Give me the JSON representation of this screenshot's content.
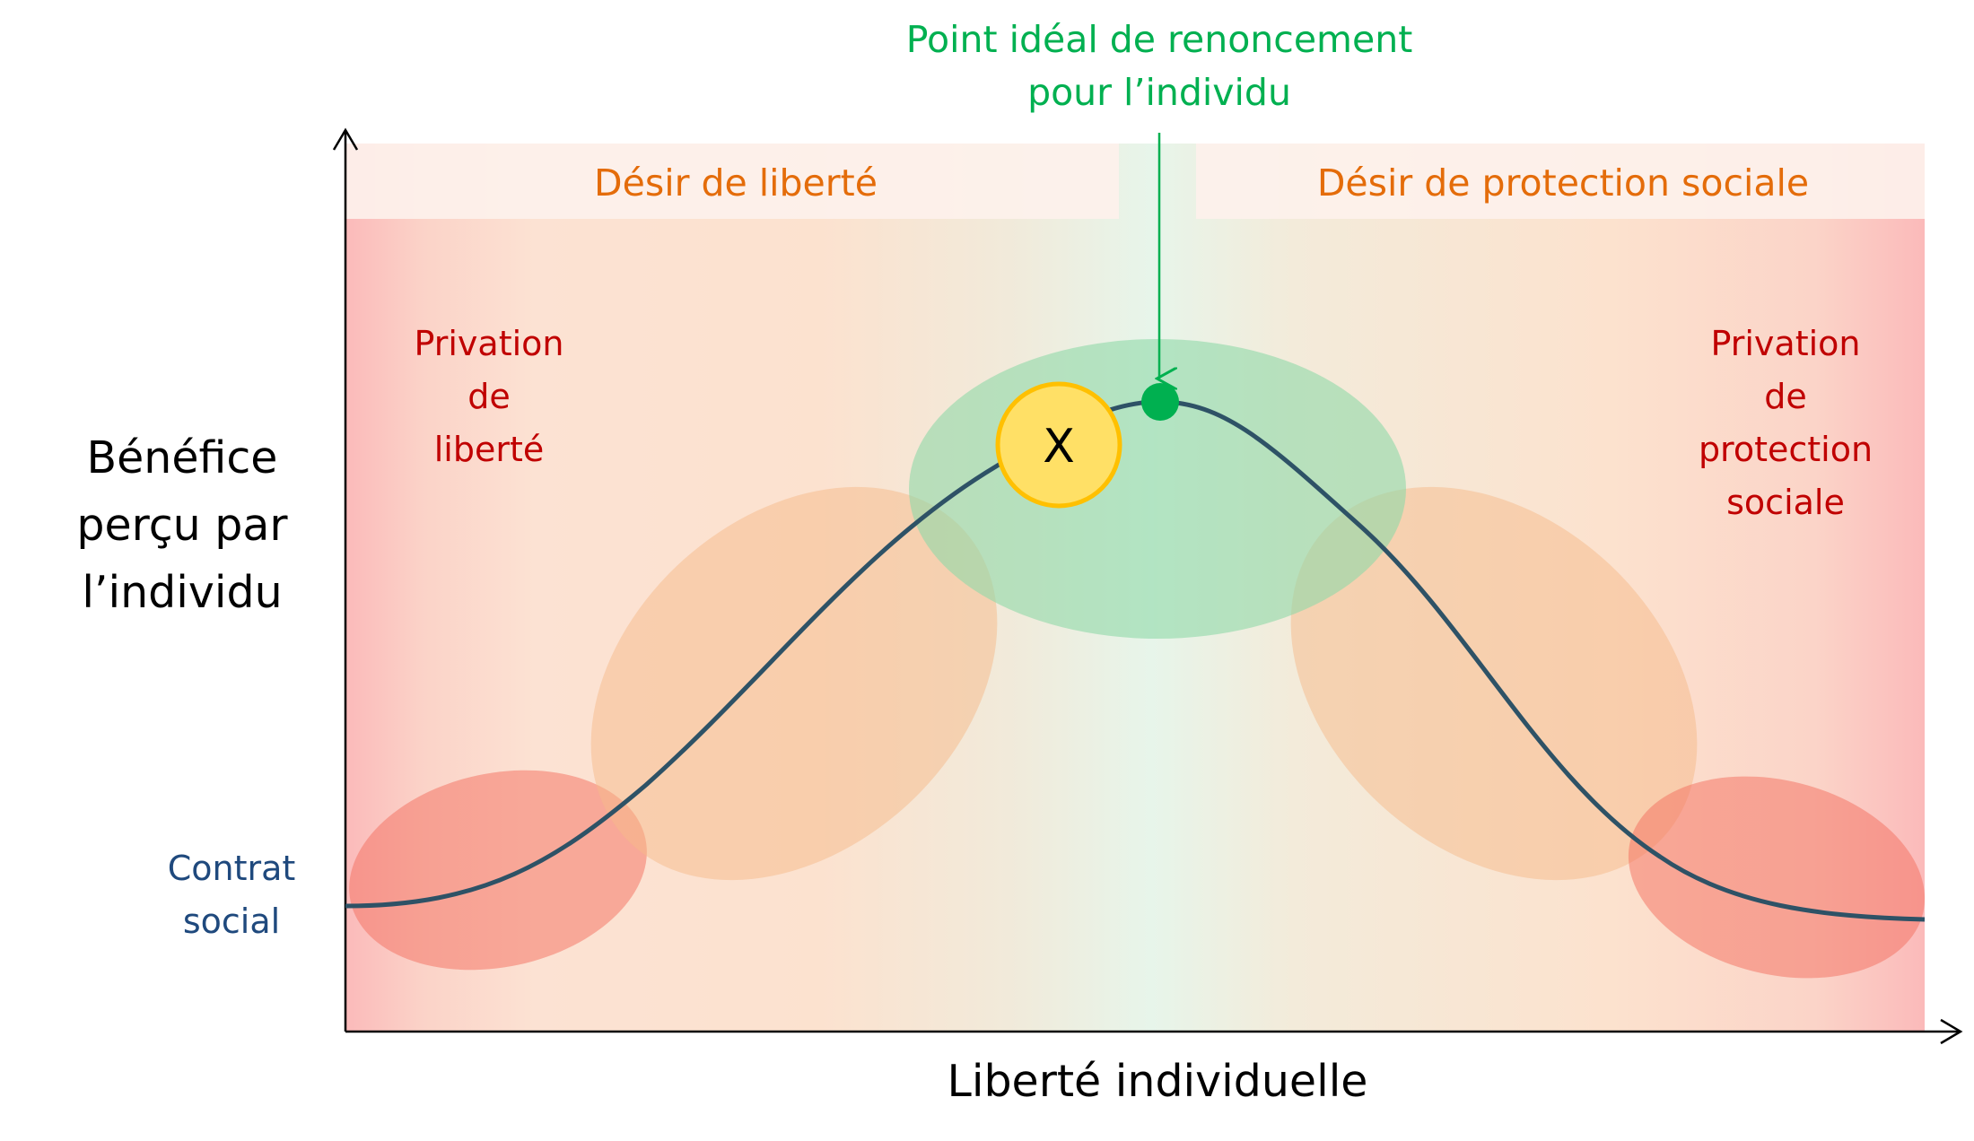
{
  "colors": {
    "orange_text": "#E46C0A",
    "red_text": "#C00000",
    "green_text": "#00B050",
    "blue_text": "#1F497D",
    "curve": "#2E5266",
    "marker_fill": "#FFE066",
    "marker_stroke": "#FFC000"
  },
  "header": {
    "left": "Désir de liberté",
    "right": "Désir de protection sociale"
  },
  "ideal_point": {
    "line1": "Point idéal de renoncement",
    "line2": "pour l’individu"
  },
  "left_zone": [
    "Privation",
    "de",
    "liberté"
  ],
  "right_zone": [
    "Privation",
    "de",
    "protection",
    "sociale"
  ],
  "marker": {
    "label": "X"
  },
  "y_axis": {
    "lines": [
      "Bénéfice",
      "perçu par",
      "l’individu"
    ]
  },
  "x_axis": {
    "label": "Liberté individuelle"
  },
  "contract": {
    "lines": [
      "Contrat",
      "social"
    ]
  }
}
